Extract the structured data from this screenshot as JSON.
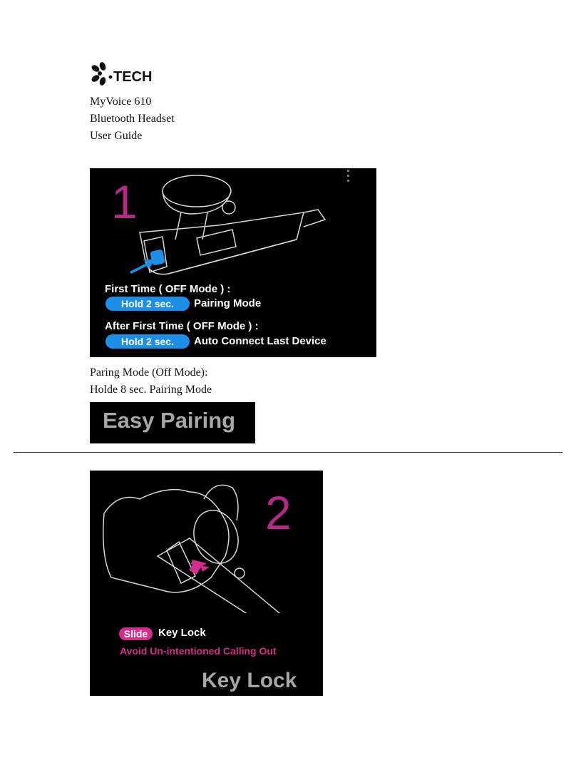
{
  "brand": {
    "logo_text": "TECH",
    "logo_icon": "i-tech-logo-icon"
  },
  "header": {
    "product": "MyVoice 610",
    "type": "Bluetooth Headset",
    "doc": "User Guide"
  },
  "step1": {
    "number": "1",
    "line1": "First Time ( OFF Mode ) :",
    "pill1": "Hold 2 sec.",
    "result1": "Pairing Mode",
    "line2": "After First Time ( OFF Mode ) :",
    "pill2": "Hold 2 sec.",
    "result2": "Auto Connect Last Device"
  },
  "notes": {
    "line1": "Paring Mode (Off Mode):",
    "line2": "Holde 8 sec. Pairing Mode"
  },
  "easy_pairing": {
    "label": "Easy Pairing"
  },
  "step2": {
    "number": "2",
    "pill": "Slide",
    "action": "Key Lock",
    "note": "Avoid Un-intentioned Calling Out",
    "title": "Key Lock"
  },
  "colors": {
    "accent_blue": "#1e8fe6",
    "accent_magenta": "#b02a86",
    "pink": "#d32e8d",
    "panel_bg": "#000000"
  }
}
